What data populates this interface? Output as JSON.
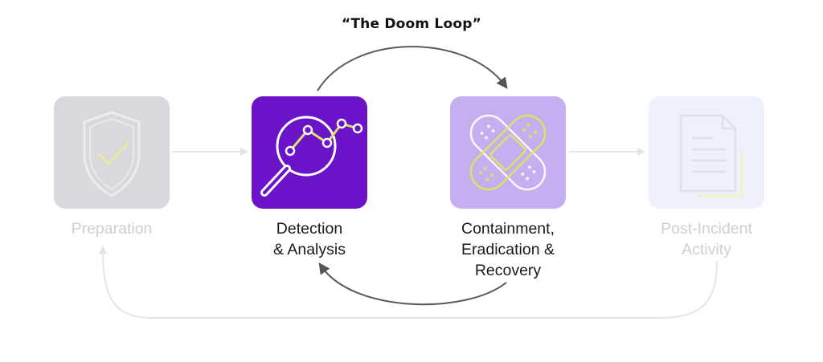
{
  "title": "“The Doom Loop”",
  "stages": [
    {
      "label": "Preparation",
      "icon": "shield-check-icon",
      "active": false
    },
    {
      "label": "Detection\n& Analysis",
      "icon": "magnifier-chart-icon",
      "active": true
    },
    {
      "label": "Containment,\nEradication &\nRecovery",
      "icon": "bandage-icon",
      "active": true
    },
    {
      "label": "Post-Incident\nActivity",
      "icon": "document-icon",
      "active": false
    }
  ],
  "colors": {
    "detection_tile": "#6a13c8",
    "containment_tile": "#c7aef0",
    "inactive_text": "#cfcfcf",
    "active_text": "#1a1a1a",
    "accent_yellow": "#d9e36a"
  }
}
